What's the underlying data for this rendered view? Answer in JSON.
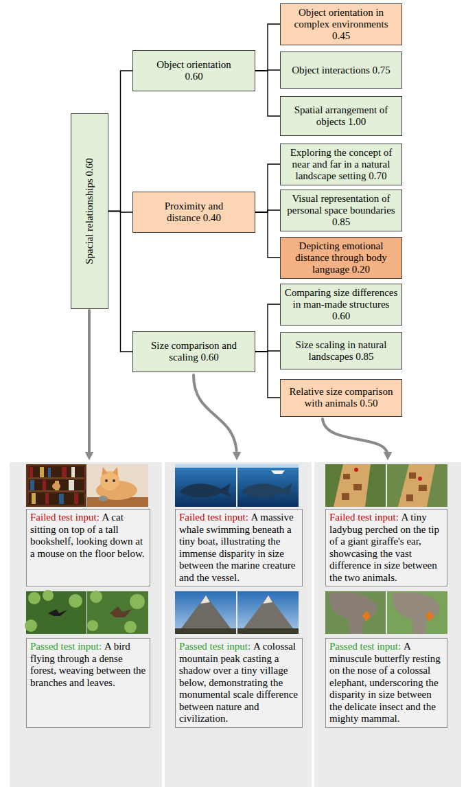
{
  "diagram": {
    "nodes": [
      {
        "text": [
          "Spacial relationships 0.60"
        ]
      },
      {
        "text": [
          "Object orientation 0.60"
        ]
      },
      {
        "text": [
          "Object orientation in complex environments 0.45"
        ]
      },
      {
        "text": [
          "Object interactions 0.75"
        ]
      },
      {
        "text": [
          "Spatial arrangement of objects 1.00"
        ]
      },
      {
        "text": [
          "Proximity and distance 0.40"
        ]
      },
      {
        "text": [
          "Exploring the concept of near and far in a natural landscape setting 0.70"
        ]
      },
      {
        "text": [
          "Visual representation of personal space boundaries 0.85"
        ]
      },
      {
        "text": [
          "Depicting emotional distance through body language 0.20"
        ]
      },
      {
        "text": [
          "Size comparison and scaling 0.60"
        ]
      },
      {
        "text": [
          "Comparing size differences in man-made structures 0.60"
        ]
      },
      {
        "text": [
          "Size scaling in natural landscapes 0.85"
        ]
      },
      {
        "text": [
          "Relative size comparison with animals 0.50"
        ]
      },
      {
        "text": [
          "Failed test input:",
          "A cat sitting on top of a tall bookshelf, looking down at a mouse on the floor below."
        ]
      },
      {
        "text": [
          "Failed test input:",
          "A massive whale swimming beneath a tiny boat, illustrating the immense disparity in size between the marine creature and the vessel."
        ]
      },
      {
        "text": [
          "Failed test input:",
          "A tiny ladybug perched on the tip of a giant giraffe's ear, showcasing the vast difference in size between the two animals."
        ]
      },
      {
        "text": [
          "Passed test input:",
          "A bird flying through a dense forest, weaving between the branches and leaves."
        ]
      },
      {
        "text": [
          "Passed test input:",
          "A colossal mountain peak casting a shadow over a tiny village below, demonstrating the monumental scale difference between nature and civilization."
        ]
      },
      {
        "text": [
          "Passed test input:",
          "A minuscule butterfly resting on the nose of a colossal elephant, underscoring the disparity in size between the delicate insect and the mighty mammal."
        ]
      }
    ],
    "edges": [
      {
        "from": 0,
        "to": 1,
        "arrow": "none"
      },
      {
        "from": 0,
        "to": 5,
        "arrow": "none"
      },
      {
        "from": 0,
        "to": 9,
        "arrow": "none"
      },
      {
        "from": 1,
        "to": 2,
        "arrow": "none"
      },
      {
        "from": 1,
        "to": 3,
        "arrow": "none"
      },
      {
        "from": 1,
        "to": 4,
        "arrow": "none"
      },
      {
        "from": 5,
        "to": 6,
        "arrow": "none"
      },
      {
        "from": 5,
        "to": 7,
        "arrow": "none"
      },
      {
        "from": 5,
        "to": 8,
        "arrow": "none"
      },
      {
        "from": 9,
        "to": 10,
        "arrow": "none"
      },
      {
        "from": 9,
        "to": 11,
        "arrow": "none"
      },
      {
        "from": 9,
        "to": 12,
        "arrow": "none"
      }
    ]
  }
}
